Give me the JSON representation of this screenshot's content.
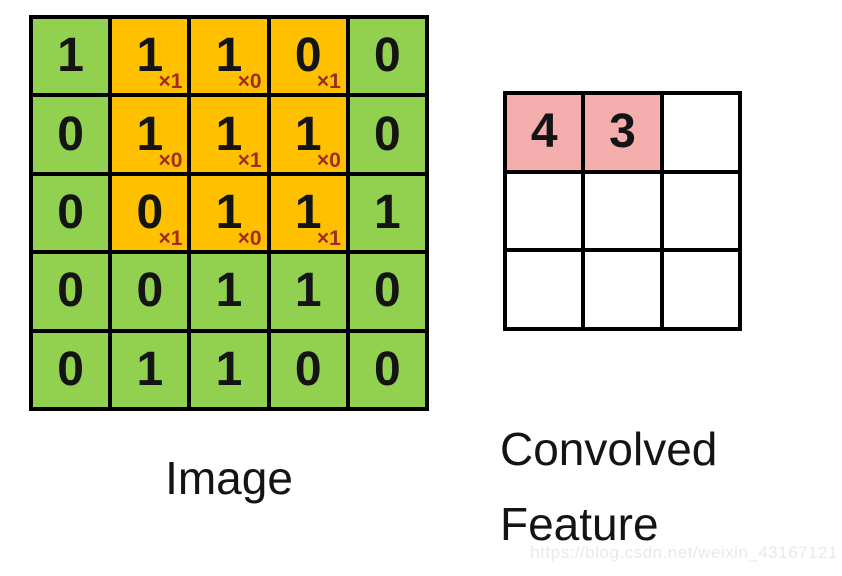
{
  "image_grid": {
    "label": "Image",
    "rows": 5,
    "cols": 5,
    "cells": [
      [
        {
          "v": "1"
        },
        {
          "v": "1",
          "k": "×1"
        },
        {
          "v": "1",
          "k": "×0"
        },
        {
          "v": "0",
          "k": "×1"
        },
        {
          "v": "0"
        }
      ],
      [
        {
          "v": "0"
        },
        {
          "v": "1",
          "k": "×0"
        },
        {
          "v": "1",
          "k": "×1"
        },
        {
          "v": "1",
          "k": "×0"
        },
        {
          "v": "0"
        }
      ],
      [
        {
          "v": "0"
        },
        {
          "v": "0",
          "k": "×1"
        },
        {
          "v": "1",
          "k": "×0"
        },
        {
          "v": "1",
          "k": "×1"
        },
        {
          "v": "1"
        }
      ],
      [
        {
          "v": "0"
        },
        {
          "v": "0"
        },
        {
          "v": "1"
        },
        {
          "v": "1"
        },
        {
          "v": "0"
        }
      ],
      [
        {
          "v": "0"
        },
        {
          "v": "1"
        },
        {
          "v": "1"
        },
        {
          "v": "0"
        },
        {
          "v": "0"
        }
      ]
    ]
  },
  "convolved_grid": {
    "label_line1": "Convolved",
    "label_line2": "Feature",
    "rows": 3,
    "cols": 3,
    "cells": [
      [
        {
          "v": "4",
          "hl": true
        },
        {
          "v": "3",
          "hl": true
        },
        {
          "v": ""
        }
      ],
      [
        {
          "v": ""
        },
        {
          "v": ""
        },
        {
          "v": ""
        }
      ],
      [
        {
          "v": ""
        },
        {
          "v": ""
        },
        {
          "v": ""
        }
      ]
    ]
  },
  "watermark": "https://blog.csdn.net/weixin_43167121",
  "colors": {
    "cell_green": "#92d050",
    "cell_orange": "#ffc000",
    "cell_pink": "#f5aeae",
    "cell_white": "#ffffff",
    "kernel_text": "#a12c1e",
    "grid_line": "#000000",
    "digit_text": "#141414",
    "watermark_text": "#e9e9e9"
  }
}
